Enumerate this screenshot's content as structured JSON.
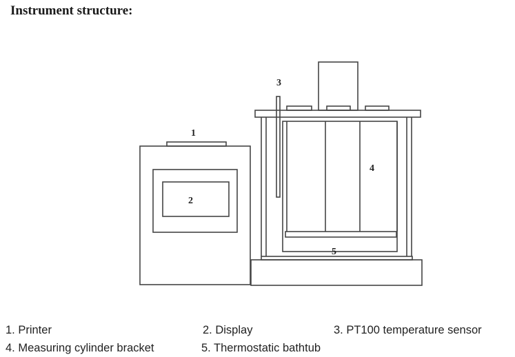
{
  "title": "Instrument structure:",
  "callouts": {
    "printer": "1",
    "display": "2",
    "sensor": "3",
    "bracket": "4",
    "bathtub": "5"
  },
  "legend": [
    "1. Printer",
    "2. Display",
    "3. PT100 temperature sensor",
    "4. Measuring cylinder bracket",
    "5. Thermostatic bathtub"
  ],
  "colors": {
    "line": "#444444",
    "background": "#ffffff"
  }
}
